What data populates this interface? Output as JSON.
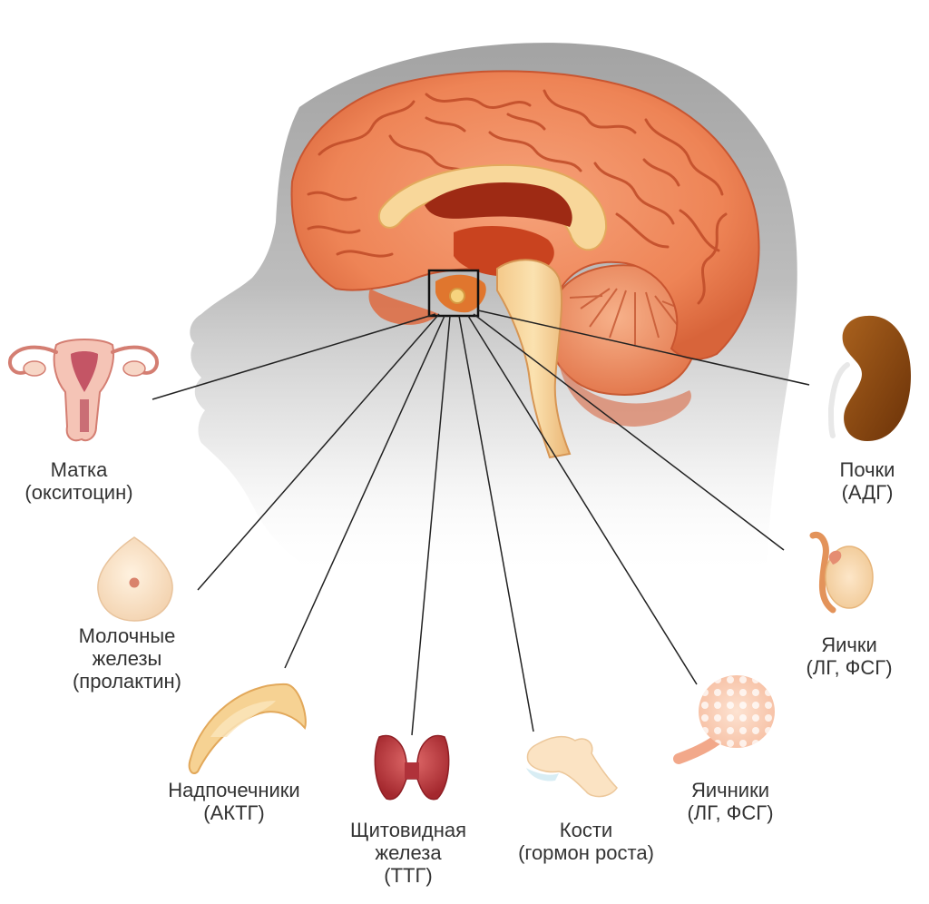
{
  "colors": {
    "head_silhouette": "#a9a9a9",
    "brain_cortex": "#f08a5d",
    "brain_dark": "#b3361c",
    "connector_line": "#222222",
    "label_text": "#333333"
  },
  "diagram": {
    "center": "pituitary-gland",
    "targets": [
      {
        "id": "uterus",
        "icon": "uterus-icon",
        "lines": [
          "Матка",
          "(окситоцин)"
        ]
      },
      {
        "id": "mammary",
        "icon": "breast-icon",
        "lines": [
          "Молочные",
          "железы",
          "(пролактин)"
        ]
      },
      {
        "id": "adrenal",
        "icon": "adrenal-gland-icon",
        "lines": [
          "Надпочечники",
          "(АКТГ)"
        ]
      },
      {
        "id": "thyroid",
        "icon": "thyroid-icon",
        "lines": [
          "Щитовидная",
          "железа",
          "(ТТГ)"
        ]
      },
      {
        "id": "bones",
        "icon": "bone-icon",
        "lines": [
          "Кости",
          "(гормон роста)"
        ]
      },
      {
        "id": "ovaries",
        "icon": "ovary-icon",
        "lines": [
          "Яичники",
          "(ЛГ, ФСГ)"
        ]
      },
      {
        "id": "testes",
        "icon": "testis-icon",
        "lines": [
          "Яички",
          "(ЛГ, ФСГ)"
        ]
      },
      {
        "id": "kidneys",
        "icon": "kidney-icon",
        "lines": [
          "Почки",
          "(АДГ)"
        ]
      }
    ]
  }
}
